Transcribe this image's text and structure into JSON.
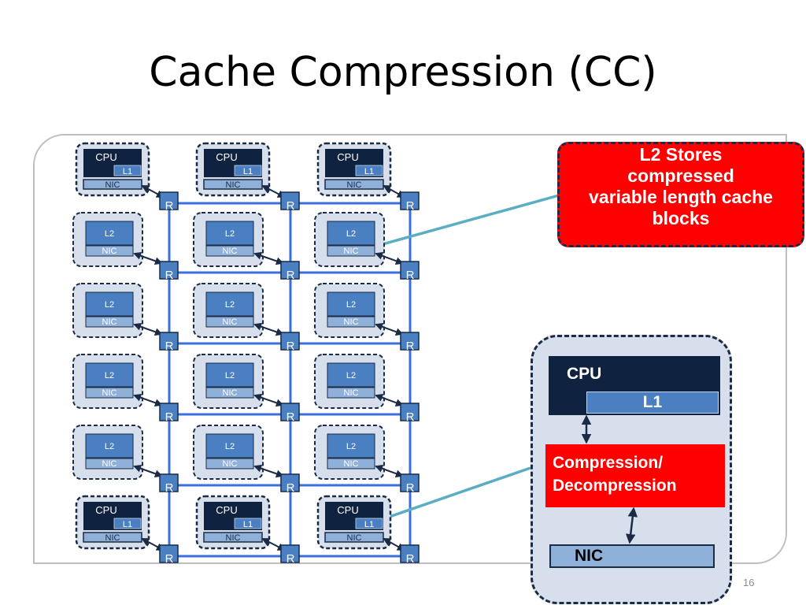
{
  "slide": {
    "title": "Cache Compression (CC)",
    "page_number": "16"
  },
  "callout": {
    "lines": [
      "L2  Stores",
      "compressed",
      "variable length cache",
      "blocks"
    ]
  },
  "detail": {
    "cpu_label": "CPU",
    "l1_label": "L1",
    "compression_line1": "Compression/",
    "compression_line2": "Decompression",
    "nic_label": "NIC"
  },
  "mesh": {
    "rows": [
      [
        "cpu",
        "cpu",
        "cpu"
      ],
      [
        "l2",
        "l2",
        "l2"
      ],
      [
        "l2",
        "l2",
        "l2"
      ],
      [
        "l2",
        "l2",
        "l2"
      ],
      [
        "l2",
        "l2",
        "l2"
      ],
      [
        "cpu",
        "cpu",
        "cpu"
      ]
    ],
    "labels": {
      "cpu": "CPU",
      "l1": "L1",
      "l2": "L2",
      "nic": "NIC",
      "router": "R"
    }
  },
  "colors": {
    "router": "#4a7fc1",
    "link": "#3a6fdc",
    "cpu_dark": "#0f223f",
    "tile_bg": "#d6dfeb",
    "callout": "#ff0000",
    "connector": "#5aaec4"
  }
}
